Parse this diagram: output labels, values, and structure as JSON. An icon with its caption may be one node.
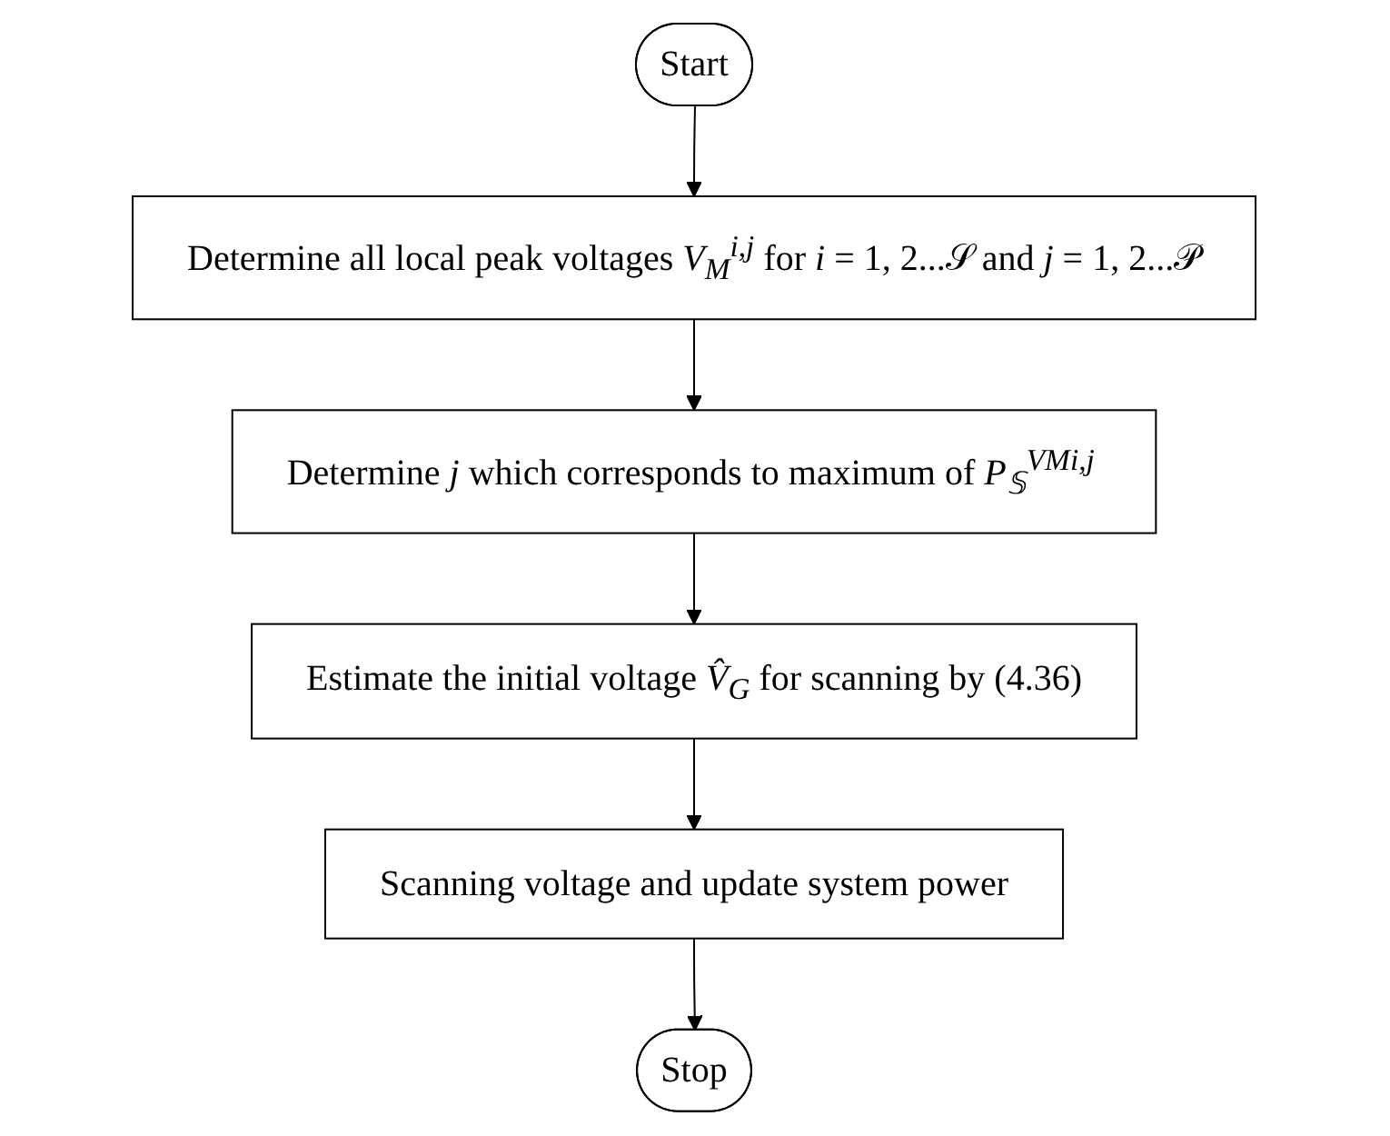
{
  "diagram": {
    "nodes": [
      {
        "text": [
          "Start"
        ]
      },
      {
        "text": [
          "Determine all local peak voltages *V*$_{M}$$^{i,j}$ for *i* = 1, 2...𝒮 and *j* = 1, 2...𝒫"
        ]
      },
      {
        "text": [
          "Determine *j* which corresponds to maximum of *P*$_{𝕊}$$^{VM}$$^{i,j}$"
        ]
      },
      {
        "text": [
          "Estimate the initial voltage *V̂*$_{G}$ for scanning by (4.36)"
        ]
      },
      {
        "text": [
          "Scanning voltage and update system power"
        ]
      },
      {
        "text": [
          "Stop"
        ]
      }
    ],
    "edges": [
      {
        "from": 0,
        "to": 1,
        "arrow": "to"
      },
      {
        "from": 1,
        "to": 2,
        "arrow": "to"
      },
      {
        "from": 2,
        "to": 3,
        "arrow": "to"
      },
      {
        "from": 3,
        "to": 4,
        "arrow": "to"
      },
      {
        "from": 4,
        "to": 5,
        "arrow": "to"
      }
    ]
  }
}
